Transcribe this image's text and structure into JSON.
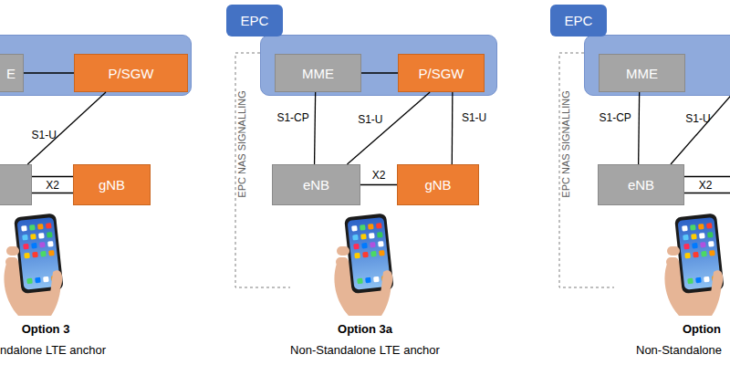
{
  "diagram": {
    "nodes": [
      {
        "text": []
      },
      {
        "text": [
          "E"
        ],
        "in": 0
      },
      {
        "text": [
          "P/SGW"
        ],
        "in": 0
      },
      {
        "text": []
      },
      {
        "text": [
          "gNB"
        ]
      },
      {
        "text": [
          "EPC"
        ]
      },
      {
        "text": [
          "MME"
        ],
        "in": 5
      },
      {
        "text": [
          "P/SGW"
        ],
        "in": 5
      },
      {
        "text": [
          "eNB"
        ]
      },
      {
        "text": [
          "gNB"
        ]
      },
      {
        "text": [
          "EPC"
        ]
      },
      {
        "text": [
          "MME"
        ],
        "in": 10
      },
      {
        "text": [
          "eNB"
        ]
      }
    ],
    "edges": [
      {
        "from": 1,
        "to": 2,
        "arrow": "none"
      },
      {
        "from": 2,
        "to": 3,
        "label": "S1-U",
        "arrow": "none"
      },
      {
        "from": 3,
        "to": 4,
        "label": "X2",
        "arrow": "none"
      },
      {
        "from": 3,
        "to": 4,
        "arrow": "none"
      },
      {
        "from": 6,
        "to": 7,
        "arrow": "none"
      },
      {
        "from": 6,
        "to": 8,
        "label": "S1-CP",
        "arrow": "none"
      },
      {
        "from": 7,
        "to": 8,
        "label": "S1-U",
        "arrow": "none"
      },
      {
        "from": 7,
        "to": 9,
        "label": "S1-U",
        "arrow": "none"
      },
      {
        "from": 8,
        "to": 9,
        "label": "X2",
        "arrow": "none"
      },
      {
        "from": 11,
        "to": 12,
        "label": "S1-CP",
        "arrow": "none"
      }
    ],
    "labels": [
      "Option 3",
      "ndalone LTE anchor",
      "EPC NAS SIGNALLING",
      "Option 3a",
      "Non-Standalone LTE anchor",
      "EPC NAS SIGNALLING",
      "S1-U",
      "X2",
      "Option",
      "Non-Standalone"
    ]
  }
}
